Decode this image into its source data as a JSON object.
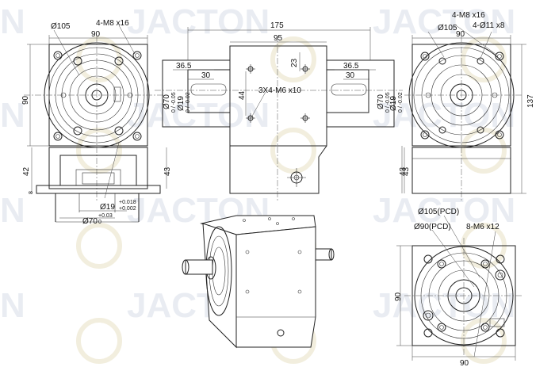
{
  "watermark": {
    "brand": "JACTON",
    "left_fragment": "N"
  },
  "front_view": {
    "bolt_callout": "4-M8 x16",
    "pilot_dia": "Ø105",
    "width": "90",
    "height": "90",
    "base_height": "42",
    "flange_thickness": "8",
    "shaft_dia": "Ø19",
    "shaft_tol_upper": "+0.018",
    "shaft_tol_lower": "+0.002",
    "spigot_dia": "Ø70",
    "spigot_tol_upper": "+0.03",
    "spigot_tol_lower": "0"
  },
  "side_view": {
    "overall_length": "175",
    "body_length": "95",
    "shaft_ext_left": "36.5",
    "key_left": "30",
    "shaft_ext_right": "36.5",
    "key_right": "30",
    "hole_offset": "23",
    "hole_spacing": "44",
    "tapped_callout": "3X4-M6 x10",
    "lower_height": "43",
    "spigot_left": "Ø70",
    "spigot_left_tol": "0 / -0.05",
    "shaft_left": "Ø19",
    "shaft_left_tol": "0 / -0.02",
    "spigot_right": "Ø70",
    "spigot_right_tol": "0 / -0.05",
    "shaft_right": "Ø19",
    "shaft_right_tol": "0 / -0.02"
  },
  "rear_view": {
    "bolt_callout": "4-M8 x16",
    "pilot_dia": "Ø105",
    "width": "90",
    "hole_callout": "4-Ø11 x8",
    "height": "137",
    "lower_height": "43"
  },
  "bottom_right_view": {
    "pcd_outer": "Ø105(PCD)",
    "pcd_inner": "Ø90(PCD)",
    "tapped_callout": "8-M6 x12",
    "height": "90",
    "width": "90"
  }
}
